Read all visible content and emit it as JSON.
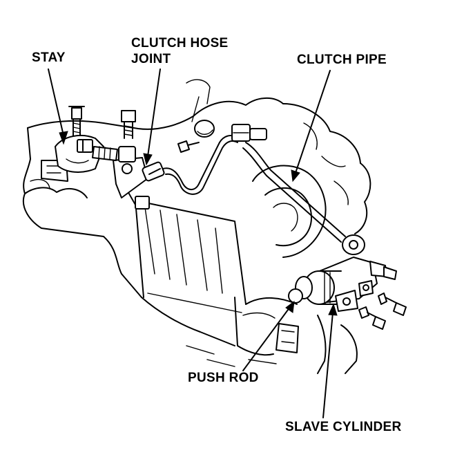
{
  "labels": {
    "stay": "STAY",
    "clutch_hose_joint_line1": "CLUTCH HOSE",
    "clutch_hose_joint_line2": "JOINT",
    "clutch_pipe": "CLUTCH PIPE",
    "push_rod": "PUSH ROD",
    "slave_cylinder": "SLAVE CYLINDER"
  },
  "colors": {
    "ink": "#000000",
    "paper": "#ffffff"
  }
}
